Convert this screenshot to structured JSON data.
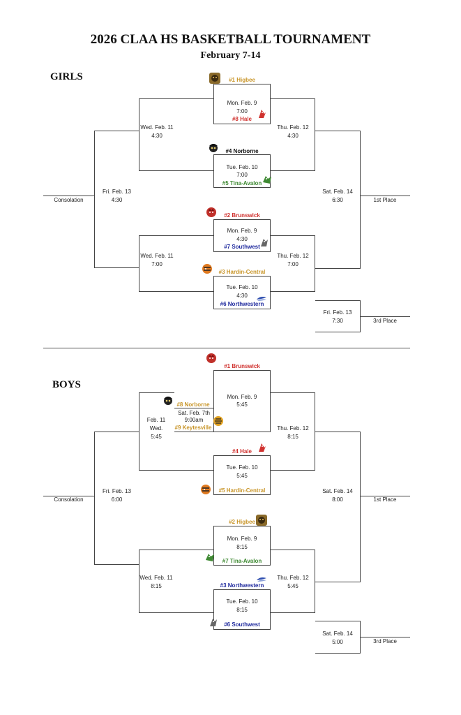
{
  "header": {
    "title": "2026 CLAA HS BASKETBALL TOURNAMENT",
    "subtitle": "February 7-14"
  },
  "colors": {
    "gold": "#c9962a",
    "red": "#d0322f",
    "green": "#3f8a33",
    "blue": "#1f2a9e",
    "black": "#111111"
  },
  "girls": {
    "label": "GIRLS",
    "teams": {
      "higbee": "#1 Higbee",
      "hale": "#8 Hale",
      "norborne": "#4 Norborne",
      "tina": "#5 Tina-Avalon",
      "brunswick": "#2 Brunswick",
      "southwest": "#7 Southwest",
      "hardin": "#3 Hardin-Central",
      "northwestern": "#6 Northwestern"
    },
    "games": {
      "g1_day": "Mon. Feb. 9",
      "g1_time": "7:00",
      "g2_day": "Tue. Feb. 10",
      "g2_time": "7:00",
      "g3_day": "Mon. Feb. 9",
      "g3_time": "4:30",
      "g4_day": "Tue. Feb. 10",
      "g4_time": "4:30",
      "sf_top_day": "Thu. Feb. 12",
      "sf_top_time": "4:30",
      "sf_bot_day": "Thu. Feb. 12",
      "sf_bot_time": "7:00",
      "final_day": "Sat. Feb. 14",
      "final_time": "6:30",
      "first_place": "1st Place",
      "third_day": "Fri. Feb. 13",
      "third_time": "7:30",
      "third_place": "3rd Place",
      "cons_top_day": "Wed. Feb. 11",
      "cons_top_time": "4:30",
      "cons_bot_day": "Wed. Feb. 11",
      "cons_bot_time": "7:00",
      "cons_final_day": "Fri. Feb. 13",
      "cons_final_time": "4:30",
      "consolation": "Consolation"
    }
  },
  "boys": {
    "label": "BOYS",
    "teams": {
      "brunswick": "#1 Brunswick",
      "norborne": "#8 Norborne",
      "keytesville": "#9 Keytesville",
      "hale": "#4 Hale",
      "hardin": "#5 Hardin-Central",
      "higbee": "#2 Higbee",
      "tina": "#7 Tina-Avalon",
      "northwestern": "#3 Northwestern",
      "southwest": "#6 Southwest"
    },
    "games": {
      "play_in_day": "Sat. Feb. 7th",
      "play_in_time": "9:00am",
      "g1_day": "Mon. Feb. 9",
      "g1_time": "5:45",
      "g2_day": "Tue. Feb. 10",
      "g2_time": "5:45",
      "g3_day": "Mon. Feb. 9",
      "g3_time": "8:15",
      "g4_day": "Tue. Feb. 10",
      "g4_time": "8:15",
      "sf_top_day": "Thu. Feb. 12",
      "sf_top_time": "8:15",
      "sf_bot_day": "Thu. Feb. 12",
      "sf_bot_time": "5:45",
      "final_day": "Sat. Feb. 14",
      "final_time": "8:00",
      "first_place": "1st Place",
      "third_day": "Sat. Feb. 14",
      "third_time": "5:00",
      "third_place": "3rd Place",
      "cons_top_a": "Feb. 11",
      "cons_top_b": "Wed.",
      "cons_top_time": "5:45",
      "cons_bot_day": "Wed. Feb. 11",
      "cons_bot_time": "8:15",
      "cons_final_day": "Fri. Feb. 13",
      "cons_final_time": "6:00",
      "consolation": "Consolation"
    }
  }
}
